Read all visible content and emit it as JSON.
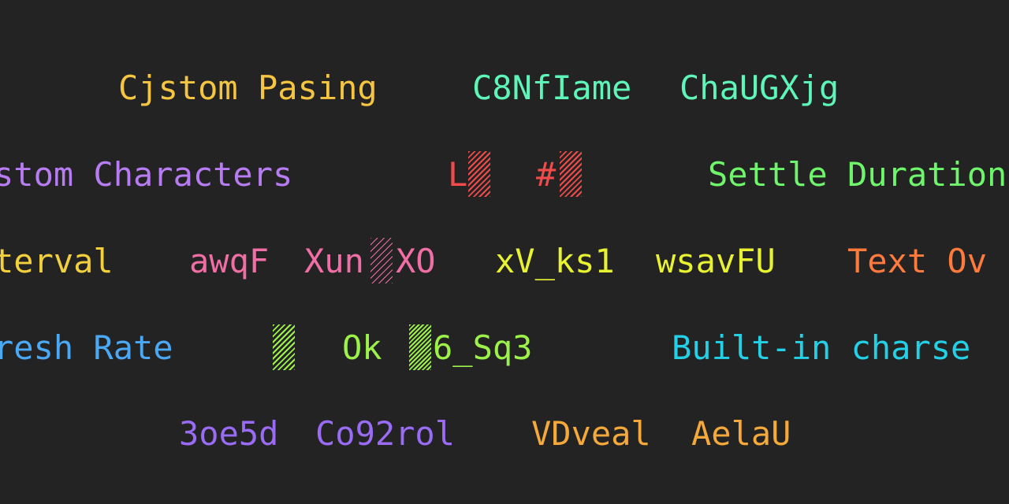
{
  "colors": {
    "background": "#232323",
    "yellow": "#f5c542",
    "mint": "#5ef5b8",
    "purple": "#b77cf2",
    "red": "#ef4b4b",
    "green": "#6ff56b",
    "amber": "#f2cf3c",
    "pink": "#f06ea6",
    "lime_yellow": "#e8f230",
    "orange": "#ff7a3d",
    "blue": "#4aa8f5",
    "lime": "#9df24a",
    "cyan": "#23d0e6",
    "violet": "#9a6cf5",
    "gold": "#f5a93a"
  },
  "rows": [
    {
      "words": [
        "Cjstom Pasing",
        "C8NfIame",
        "ChaUGXjg"
      ]
    },
    {
      "words": [
        "stom Characters",
        "L",
        "#",
        "Settle Duration"
      ]
    },
    {
      "words": [
        "terval",
        "awqF",
        "Xun",
        "XO",
        "xV_ks1",
        "wsavFU",
        "Text Ov"
      ]
    },
    {
      "words": [
        "resh Rate",
        "Ok",
        "6_Sq3",
        "Built-in charse"
      ]
    },
    {
      "words": [
        "3oe5d",
        "Co92rol",
        "VDveal",
        "AelaU"
      ]
    }
  ]
}
